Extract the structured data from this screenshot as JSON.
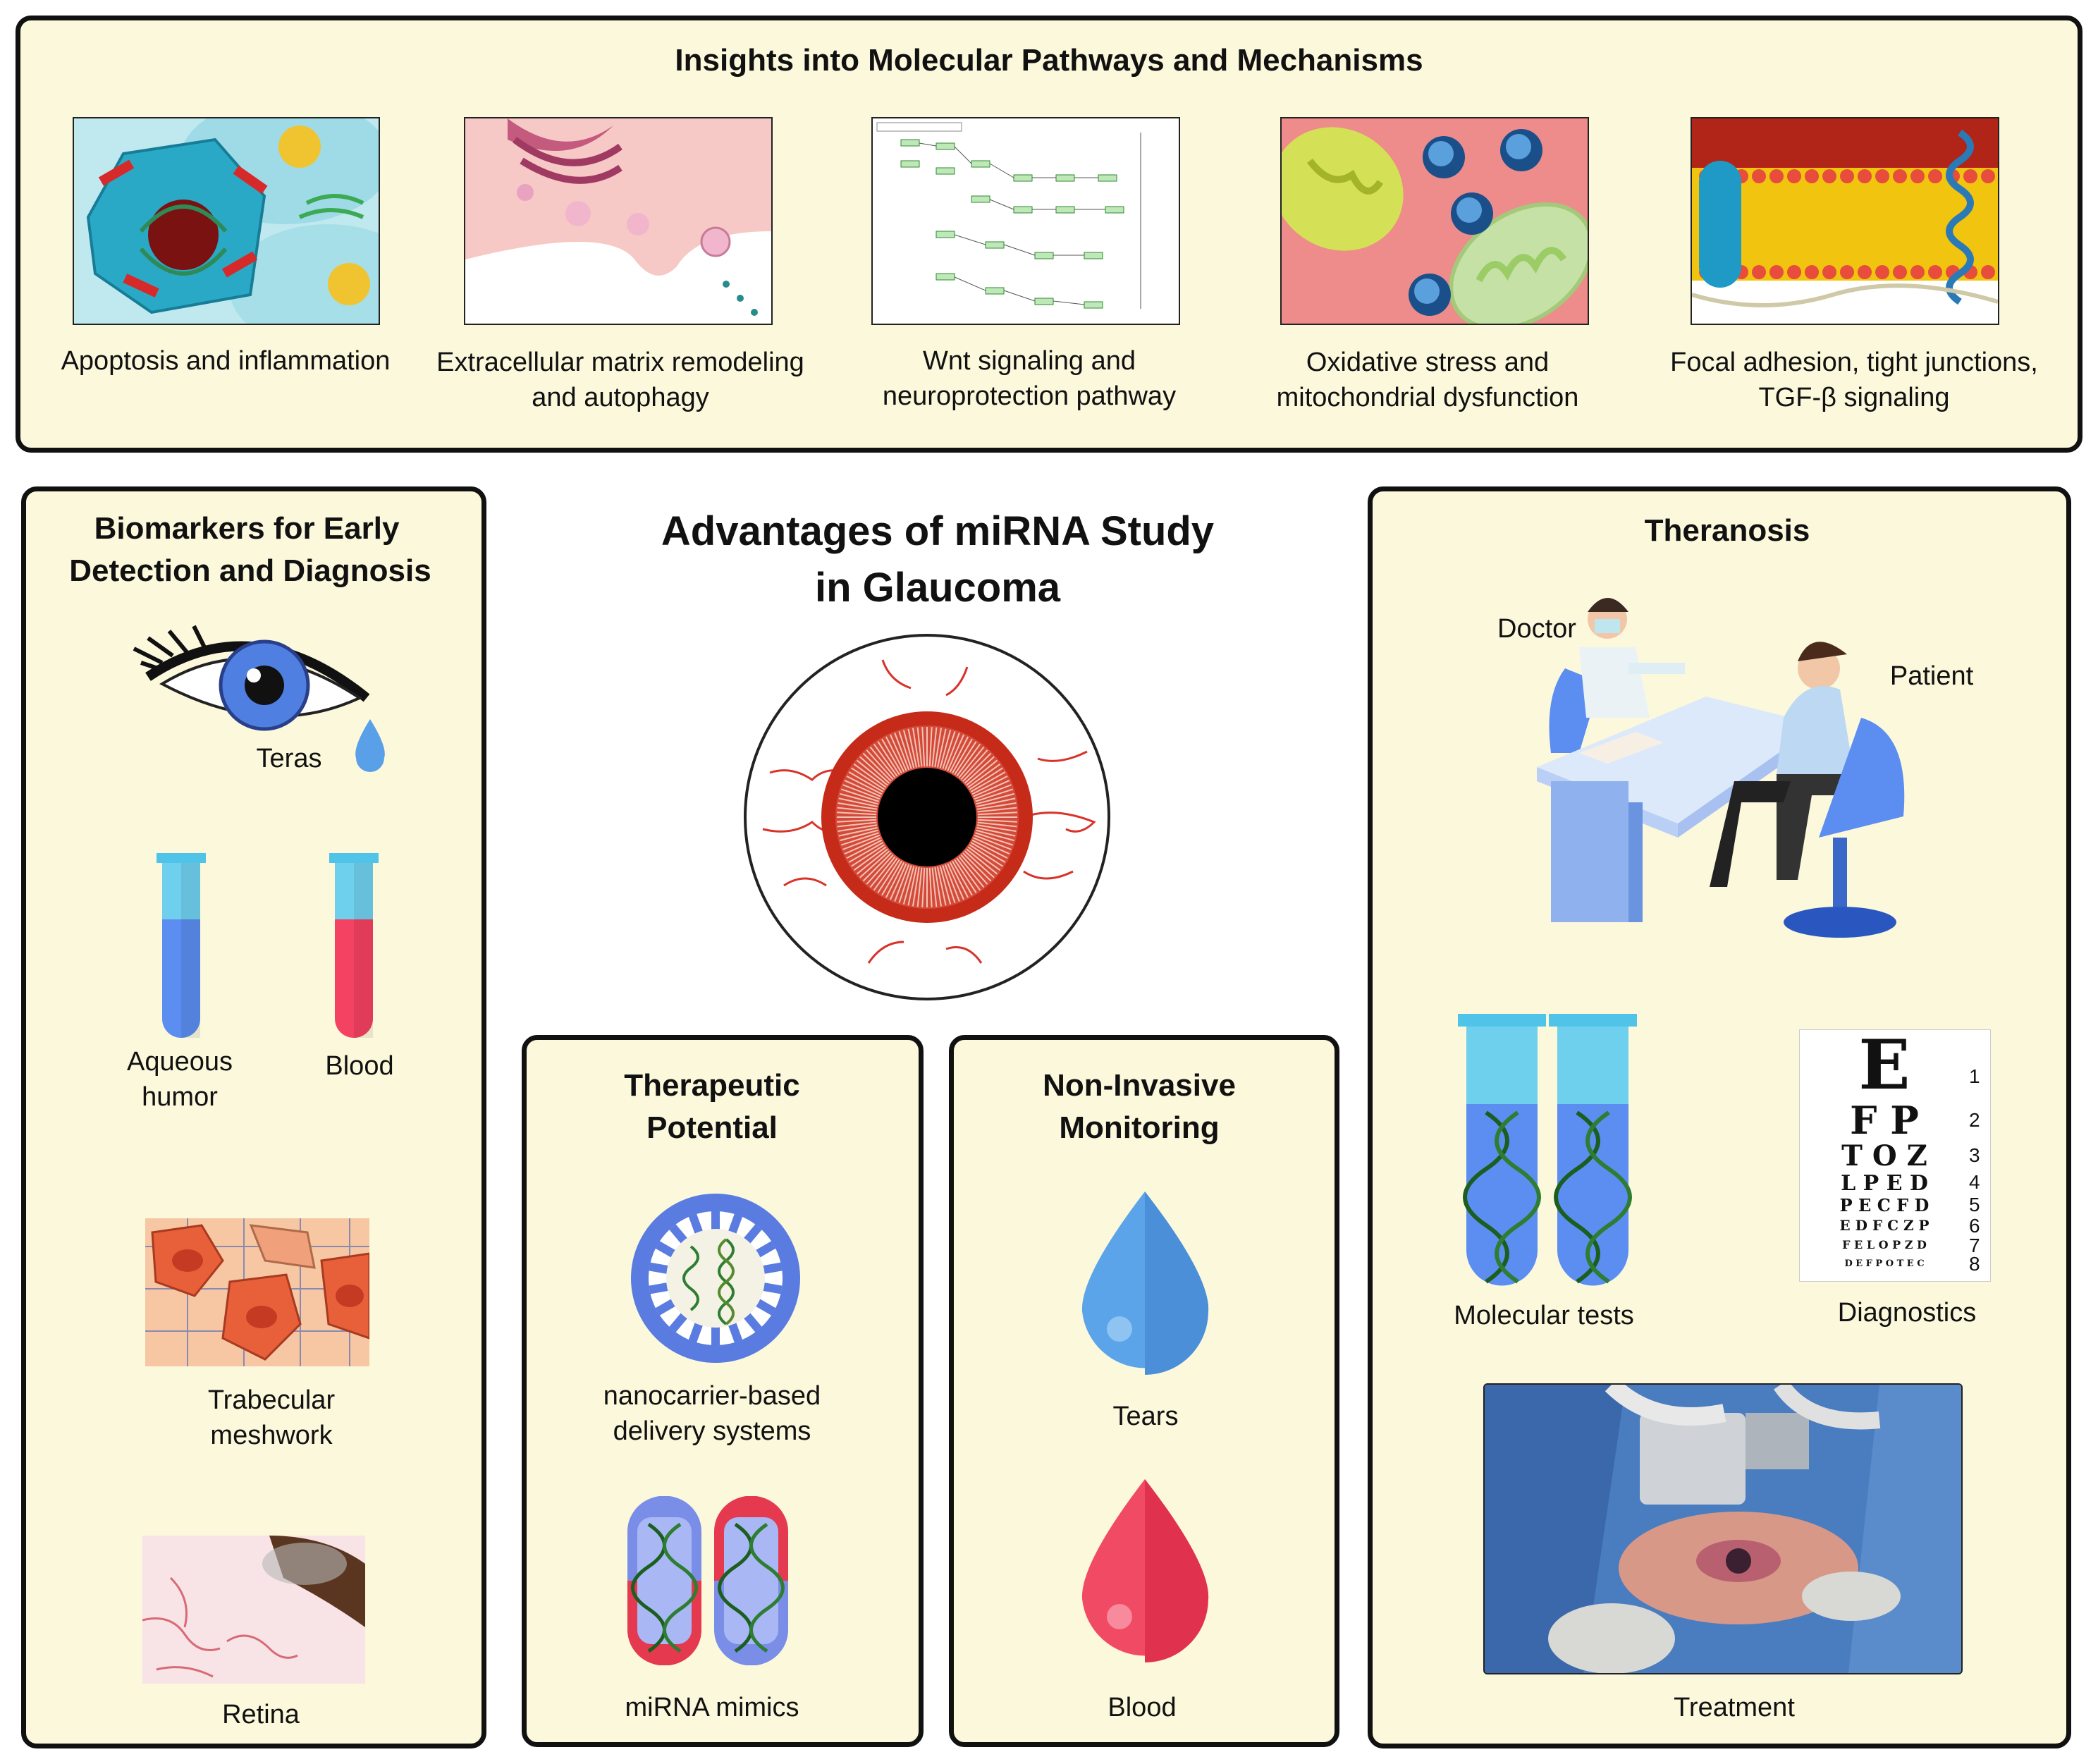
{
  "top": {
    "title": "Insights into Molecular Pathways and Mechanisms",
    "items": [
      {
        "line1": "Apoptosis and inflammation",
        "line2": ""
      },
      {
        "line1": "Extracellular matrix remodeling",
        "line2": "and autophagy"
      },
      {
        "line1": "Wnt signaling and",
        "line2": "neuroprotection pathway"
      },
      {
        "line1": "Oxidative stress and",
        "line2": "mitochondrial dysfunction"
      },
      {
        "line1": "Focal adhesion, tight junctions,",
        "line2": "TGF-β signaling"
      }
    ]
  },
  "center": {
    "title_line1": "Advantages of miRNA Study",
    "title_line2": "in Glaucoma"
  },
  "biomarkers": {
    "title_line1": "Biomarkers for Early",
    "title_line2": "Detection and Diagnosis",
    "teras": "Teras",
    "aqueous_line1": "Aqueous",
    "aqueous_line2": "humor",
    "blood": "Blood",
    "trabecular_line1": "Trabecular",
    "trabecular_line2": "meshwork",
    "retina": "Retina"
  },
  "therapeutic": {
    "title_line1": "Therapeutic",
    "title_line2": "Potential",
    "nano_line1": "nanocarrier-based",
    "nano_line2": "delivery systems",
    "mimics": "miRNA mimics"
  },
  "noninvasive": {
    "title_line1": "Non-Invasive",
    "title_line2": "Monitoring",
    "tears": "Tears",
    "blood": "Blood"
  },
  "theranosis": {
    "title": "Theranosis",
    "doctor": "Doctor",
    "patient": "Patient",
    "molecular": "Molecular tests",
    "diagnostics": "Diagnostics",
    "treatment": "Treatment",
    "chart_rows": [
      {
        "letters": "E",
        "num": "1"
      },
      {
        "letters": "F P",
        "num": "2"
      },
      {
        "letters": "T O Z",
        "num": "3"
      },
      {
        "letters": "L P E D",
        "num": "4"
      },
      {
        "letters": "P E C F D",
        "num": "5"
      },
      {
        "letters": "E D F C Z P",
        "num": "6"
      },
      {
        "letters": "F E L O P Z D",
        "num": "7"
      },
      {
        "letters": "D E F P O T E C",
        "num": "8"
      }
    ]
  }
}
